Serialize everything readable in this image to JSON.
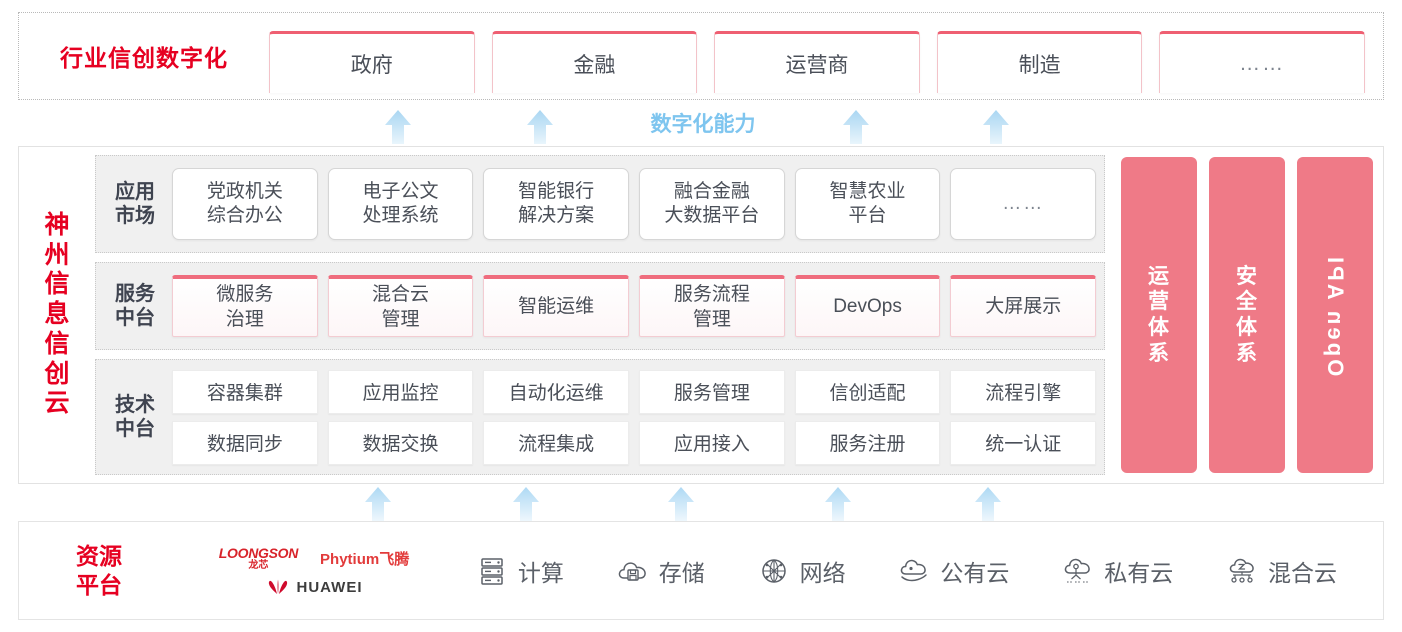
{
  "industry": {
    "title": "行业信创数字化",
    "cards": [
      {
        "label": "政府"
      },
      {
        "label": "金融"
      },
      {
        "label": "运营商"
      },
      {
        "label": "制造"
      },
      {
        "label": "……"
      }
    ]
  },
  "capability": {
    "label": "数字化能力",
    "arrow_count": 4,
    "arrow_color": "#bfe0f5"
  },
  "cloud": {
    "vertical_title": [
      "神",
      "州",
      "信",
      "息",
      "信",
      "创",
      "云"
    ],
    "rows": [
      {
        "key": "app-market",
        "label": "应用\n市场",
        "label_lines": [
          "应用",
          "市场"
        ],
        "cards": [
          {
            "lines": [
              "党政机关",
              "综合办公"
            ]
          },
          {
            "lines": [
              "电子公文",
              "处理系统"
            ]
          },
          {
            "lines": [
              "智能银行",
              "解决方案"
            ]
          },
          {
            "lines": [
              "融合金融",
              "大数据平台"
            ]
          },
          {
            "lines": [
              "智慧农业",
              "平台"
            ]
          },
          {
            "lines": [
              "……"
            ]
          }
        ]
      },
      {
        "key": "service-platform",
        "label_lines": [
          "服务",
          "中台"
        ],
        "cards": [
          {
            "lines": [
              "微服务",
              "治理"
            ]
          },
          {
            "lines": [
              "混合云",
              "管理"
            ]
          },
          {
            "lines": [
              "智能运维"
            ]
          },
          {
            "lines": [
              "服务流程",
              "管理"
            ]
          },
          {
            "lines": [
              "DevOps"
            ]
          },
          {
            "lines": [
              "大屏展示"
            ]
          }
        ]
      },
      {
        "key": "tech-platform",
        "label_lines": [
          "技术",
          "中台"
        ],
        "sub_rows": [
          [
            "容器集群",
            "应用监控",
            "自动化运维",
            "服务管理",
            "信创适配",
            "流程引擎"
          ],
          [
            "数据同步",
            "数据交换",
            "流程集成",
            "应用接入",
            "服务注册",
            "统一认证"
          ]
        ]
      }
    ],
    "pillars": [
      {
        "type": "cjk",
        "lines": [
          "运",
          "营",
          "体",
          "系"
        ]
      },
      {
        "type": "cjk",
        "lines": [
          "安",
          "全",
          "体",
          "系"
        ]
      },
      {
        "type": "latin",
        "text": "Open API"
      }
    ],
    "pillar_color": "#ef7a87"
  },
  "lower_arrows": {
    "count": 5,
    "color": "#cfe6f7"
  },
  "resource": {
    "title_lines": [
      "资源",
      "平台"
    ],
    "logos": [
      {
        "name": "loongson",
        "line1": "LOONGSON",
        "line2": "龙芯"
      },
      {
        "name": "phytium",
        "text": "Phytium飞腾"
      },
      {
        "name": "huawei",
        "text": "HUAWEI"
      }
    ],
    "items": [
      {
        "icon": "server-icon",
        "label": "计算"
      },
      {
        "icon": "cloud-storage-icon",
        "label": "存储"
      },
      {
        "icon": "network-globe-icon",
        "label": "网络"
      },
      {
        "icon": "public-cloud-icon",
        "label": "公有云"
      },
      {
        "icon": "private-cloud-icon",
        "label": "私有云"
      },
      {
        "icon": "hybrid-cloud-icon",
        "label": "混合云"
      }
    ]
  },
  "colors": {
    "brand_red": "#e60021",
    "accent_pink": "#ef6d7e",
    "pillar_pink": "#ef7a87",
    "arrow_blue": "#bfe0f5",
    "capability_text": "#7ec5ef",
    "band_bg": "#f0f0f0",
    "card_text": "#4a4f58"
  }
}
